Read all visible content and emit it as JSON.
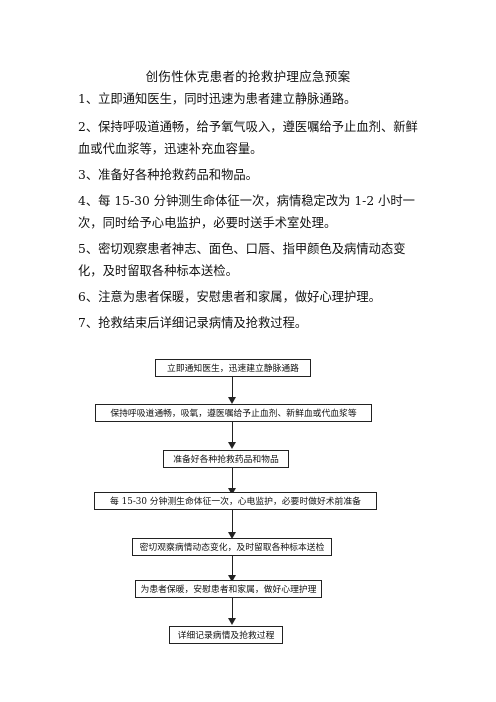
{
  "title": "创伤性休克患者的抢救护理应急预案",
  "steps": [
    "1、立即通知医生，同时迅速为患者建立静脉通路。",
    "2、保持呼吸道通畅，给予氧气吸入，遵医嘱给予止血剂、新鲜血或代血浆等，迅速补充血容量。",
    "3、准备好各种抢救药品和物品。",
    "4、每 15-30 分钟测生命体征一次，病情稳定改为 1-2 小时一次，同时给予心电监护，必要时送手术室处理。",
    "5、密切观察患者神志、面色、口唇、指甲颜色及病情动态变化，及时留取各种标本送检。",
    "6、注意为患者保暖，安慰患者和家属，做好心理护理。",
    "7、抢救结束后详细记录病情及抢救过程。"
  ],
  "flowchart": [
    "立即通知医生，迅速建立静脉通路",
    "保持呼吸道通畅，吸氧，遵医嘱给予止血剂、新鲜血或代血浆等",
    "准备好各种抢救药品和物品",
    "每 15-30 分钟测生命体征一次，心电监护，必要时做好术前准备",
    "密切观察病情动态变化，及时留取各种标本送检",
    "为患者保暖，安慰患者和家属，做好心理护理",
    "详细记录病情及抢救过程"
  ]
}
